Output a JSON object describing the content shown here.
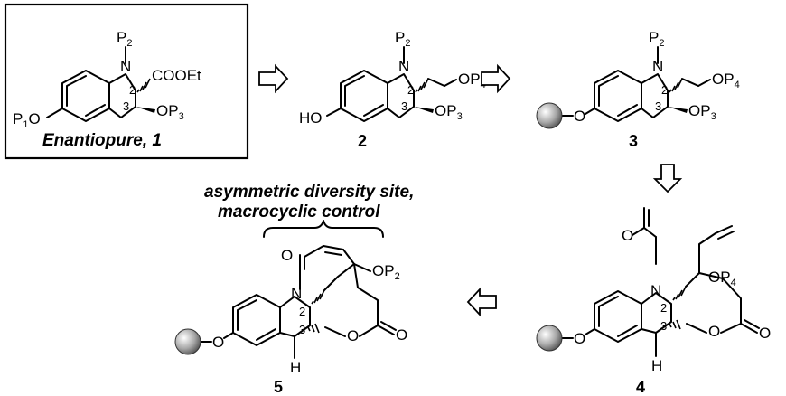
{
  "compounds": [
    {
      "id": "1",
      "caption": "Enantiopure, 1"
    },
    {
      "id": "2",
      "label": "2"
    },
    {
      "id": "3",
      "label": "3"
    },
    {
      "id": "4",
      "label": "4"
    },
    {
      "id": "5",
      "label": "5"
    }
  ],
  "atoms": {
    "P": "P",
    "sub2": "2",
    "COOEt": "COOEt",
    "P1O": "P",
    "sub1": "1",
    "O": "O",
    "OP": "OP",
    "sub3": "3",
    "sub4": "4",
    "HO": "HO",
    "N": "N",
    "H": "H"
  },
  "ring_positions": {
    "c2": "2",
    "c3": "3"
  },
  "annotation": {
    "line1": "asymmetric diversity site,",
    "line2": "macrocyclic control"
  }
}
